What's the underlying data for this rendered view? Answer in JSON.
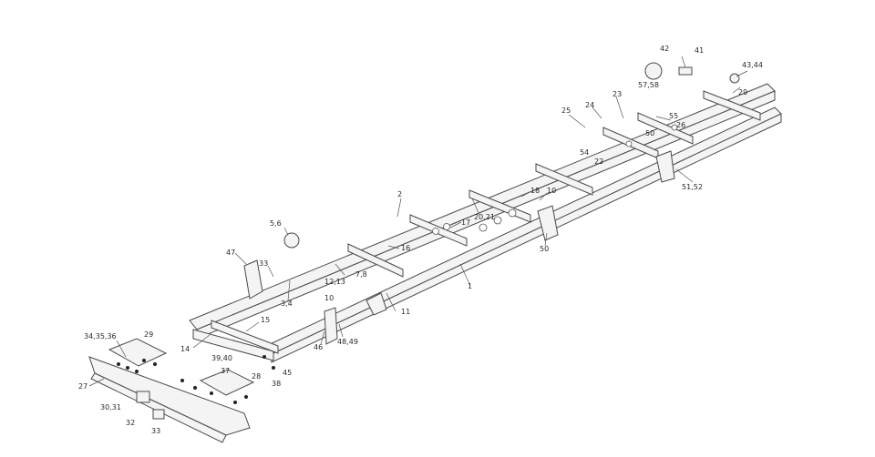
{
  "labels": {
    "l1": "1",
    "l2": "2",
    "l3_4": "3,4",
    "l5_6": "5,6",
    "l7_8": "7,8",
    "l10a": "10",
    "l10b": "10",
    "l11": "11",
    "l12_13": "12,13",
    "l14": "14",
    "l15": "15",
    "l16": "16",
    "l17": "17",
    "l18": "18",
    "l20_21": "20,21",
    "l22": "22",
    "l23": "23",
    "l24": "24",
    "l25": "25",
    "l26": "26",
    "l27": "27",
    "l28": "28",
    "l29": "29",
    "l29b": "29",
    "l30_31": "30,31",
    "l32": "32",
    "l33": "33",
    "l33b": "33",
    "l34_35_36": "34,35,36",
    "l37": "37",
    "l38": "38",
    "l39_40": "39,40",
    "l41": "41",
    "l42": "42",
    "l43_44": "43,44",
    "l45": "45",
    "l46": "46",
    "l47": "47",
    "l48_49": "48,49",
    "l50": "50",
    "l50b": "50",
    "l51_52": "51,52",
    "l54": "54",
    "l55": "55",
    "l57_58": "57,58"
  }
}
